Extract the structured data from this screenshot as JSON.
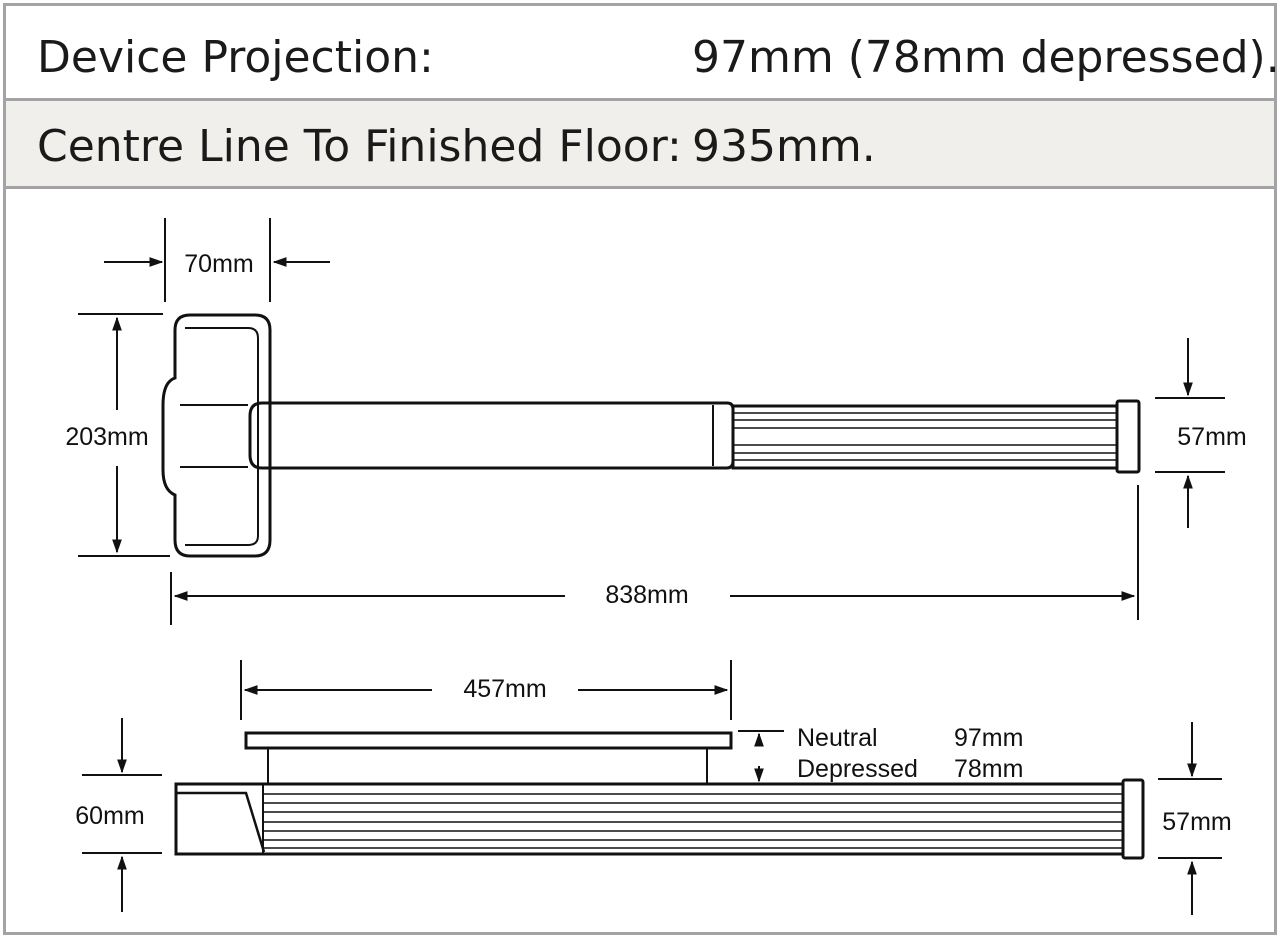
{
  "specs": [
    {
      "label": "Device Projection:",
      "value": "97mm (78mm depressed)."
    },
    {
      "label": "Centre Line To Finished Floor:",
      "value": "935mm."
    }
  ],
  "dimensions": {
    "handle_width": "70mm",
    "handle_height": "203mm",
    "end_cap_top": "57mm",
    "overall_length": "838mm",
    "bar_length": "457mm",
    "neutral_label": "Neutral",
    "neutral_value": "97mm",
    "depressed_label": "Depressed",
    "depressed_value": "78mm",
    "side_height": "60mm",
    "end_cap_side": "57mm"
  },
  "colors": {
    "border": "#a3a3a3",
    "row_alt": "#f1efec",
    "ink": "#111111"
  }
}
